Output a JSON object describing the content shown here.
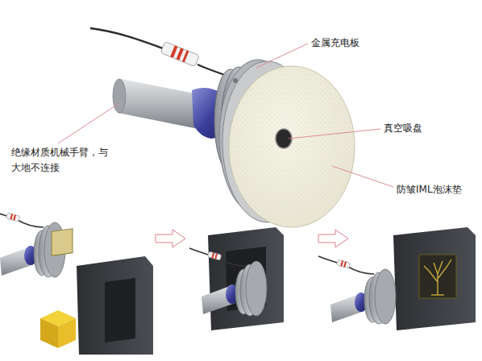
{
  "diagram": {
    "labels": [
      "金属充电板",
      "真空吸盘",
      "绝缘材质机械手臂，与 大地不连接",
      "防皱IML泡沫垫"
    ]
  }
}
